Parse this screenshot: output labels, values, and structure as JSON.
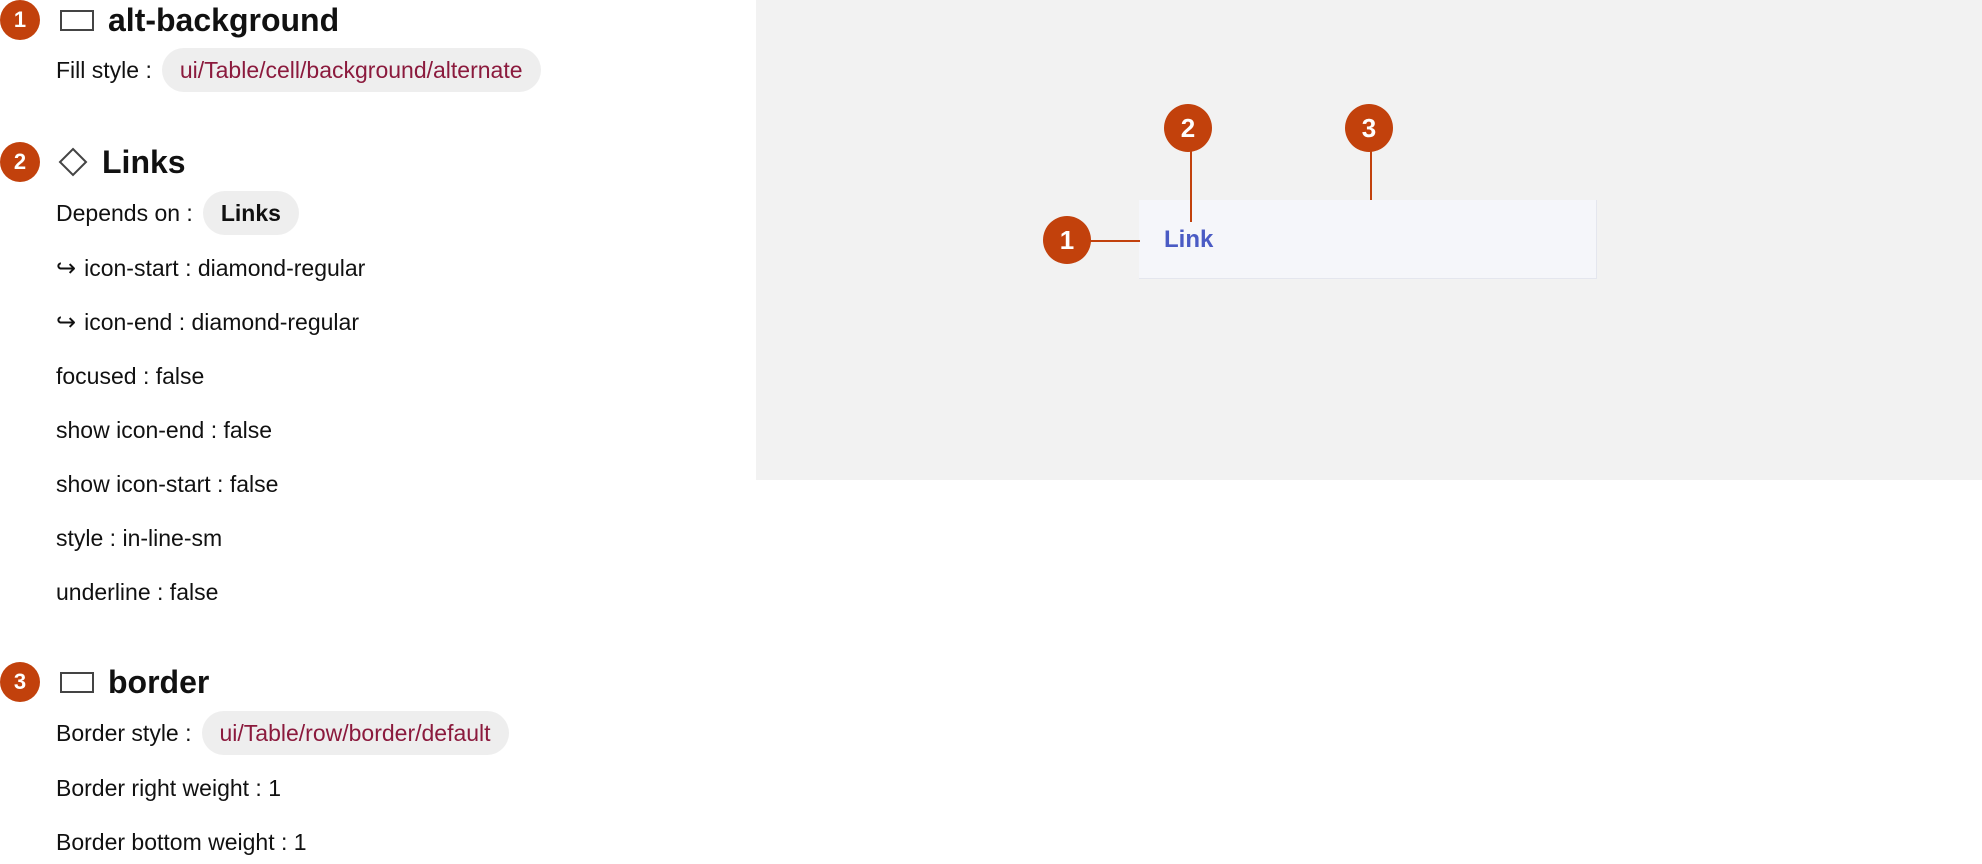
{
  "sections": [
    {
      "number": "1",
      "icon": "frame-icon",
      "title": "alt-background",
      "props": [
        {
          "label": "Fill style :",
          "pill": "ui/Table/cell/background/alternate"
        }
      ]
    },
    {
      "number": "2",
      "icon": "diamond-icon",
      "title": "Links",
      "depends_label": "Depends on :",
      "depends_value": "Links",
      "props": [
        "icon-start : diamond-regular",
        "icon-end : diamond-regular",
        "focused : false",
        "show icon-end : false",
        "show icon-start : false",
        "style : in-line-sm",
        "underline : false"
      ]
    },
    {
      "number": "3",
      "icon": "frame-icon",
      "title": "border",
      "props": [
        {
          "label": "Border style :",
          "pill": "ui/Table/row/border/default"
        },
        "Border right weight : 1",
        "Border bottom weight : 1"
      ]
    }
  ],
  "preview": {
    "link_text": "Link",
    "markers": [
      "1",
      "2",
      "3"
    ]
  },
  "colors": {
    "badge": "#c2410c",
    "token_text": "#8b1a3d",
    "link": "#4a5bc4",
    "canvas": "#f2f2f2",
    "cell_bg": "#f5f6fa"
  }
}
